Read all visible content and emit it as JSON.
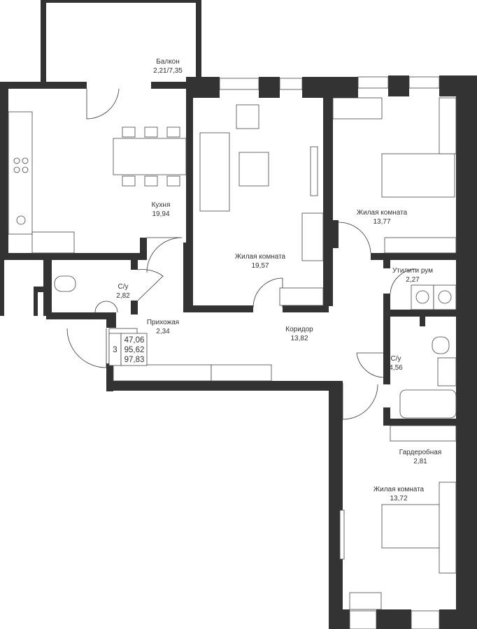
{
  "rooms": [
    {
      "name": "Балкон",
      "area": "2,21/7,35"
    },
    {
      "name": "Кухня",
      "area": "19,94"
    },
    {
      "name": "Жилая комната",
      "area": "19,57"
    },
    {
      "name": "Жилая комната",
      "area": "13,77"
    },
    {
      "name": "С/у",
      "area": "2,82"
    },
    {
      "name": "Прихожая",
      "area": "2,34"
    },
    {
      "name": "Коридор",
      "area": "13,82"
    },
    {
      "name": "Утилити рум",
      "area": "2,27"
    },
    {
      "name": "С/у",
      "area": "4,56"
    },
    {
      "name": "Гардеробная",
      "area": "2,81"
    },
    {
      "name": "Жилая комната",
      "area": "13,72"
    }
  ],
  "summary": {
    "rooms_count": "3",
    "living_area": "47,06",
    "total_area": "95,62",
    "total_with_balcony": "97,83"
  },
  "colors": {
    "wall": "#333333",
    "background": "#ffffff"
  }
}
